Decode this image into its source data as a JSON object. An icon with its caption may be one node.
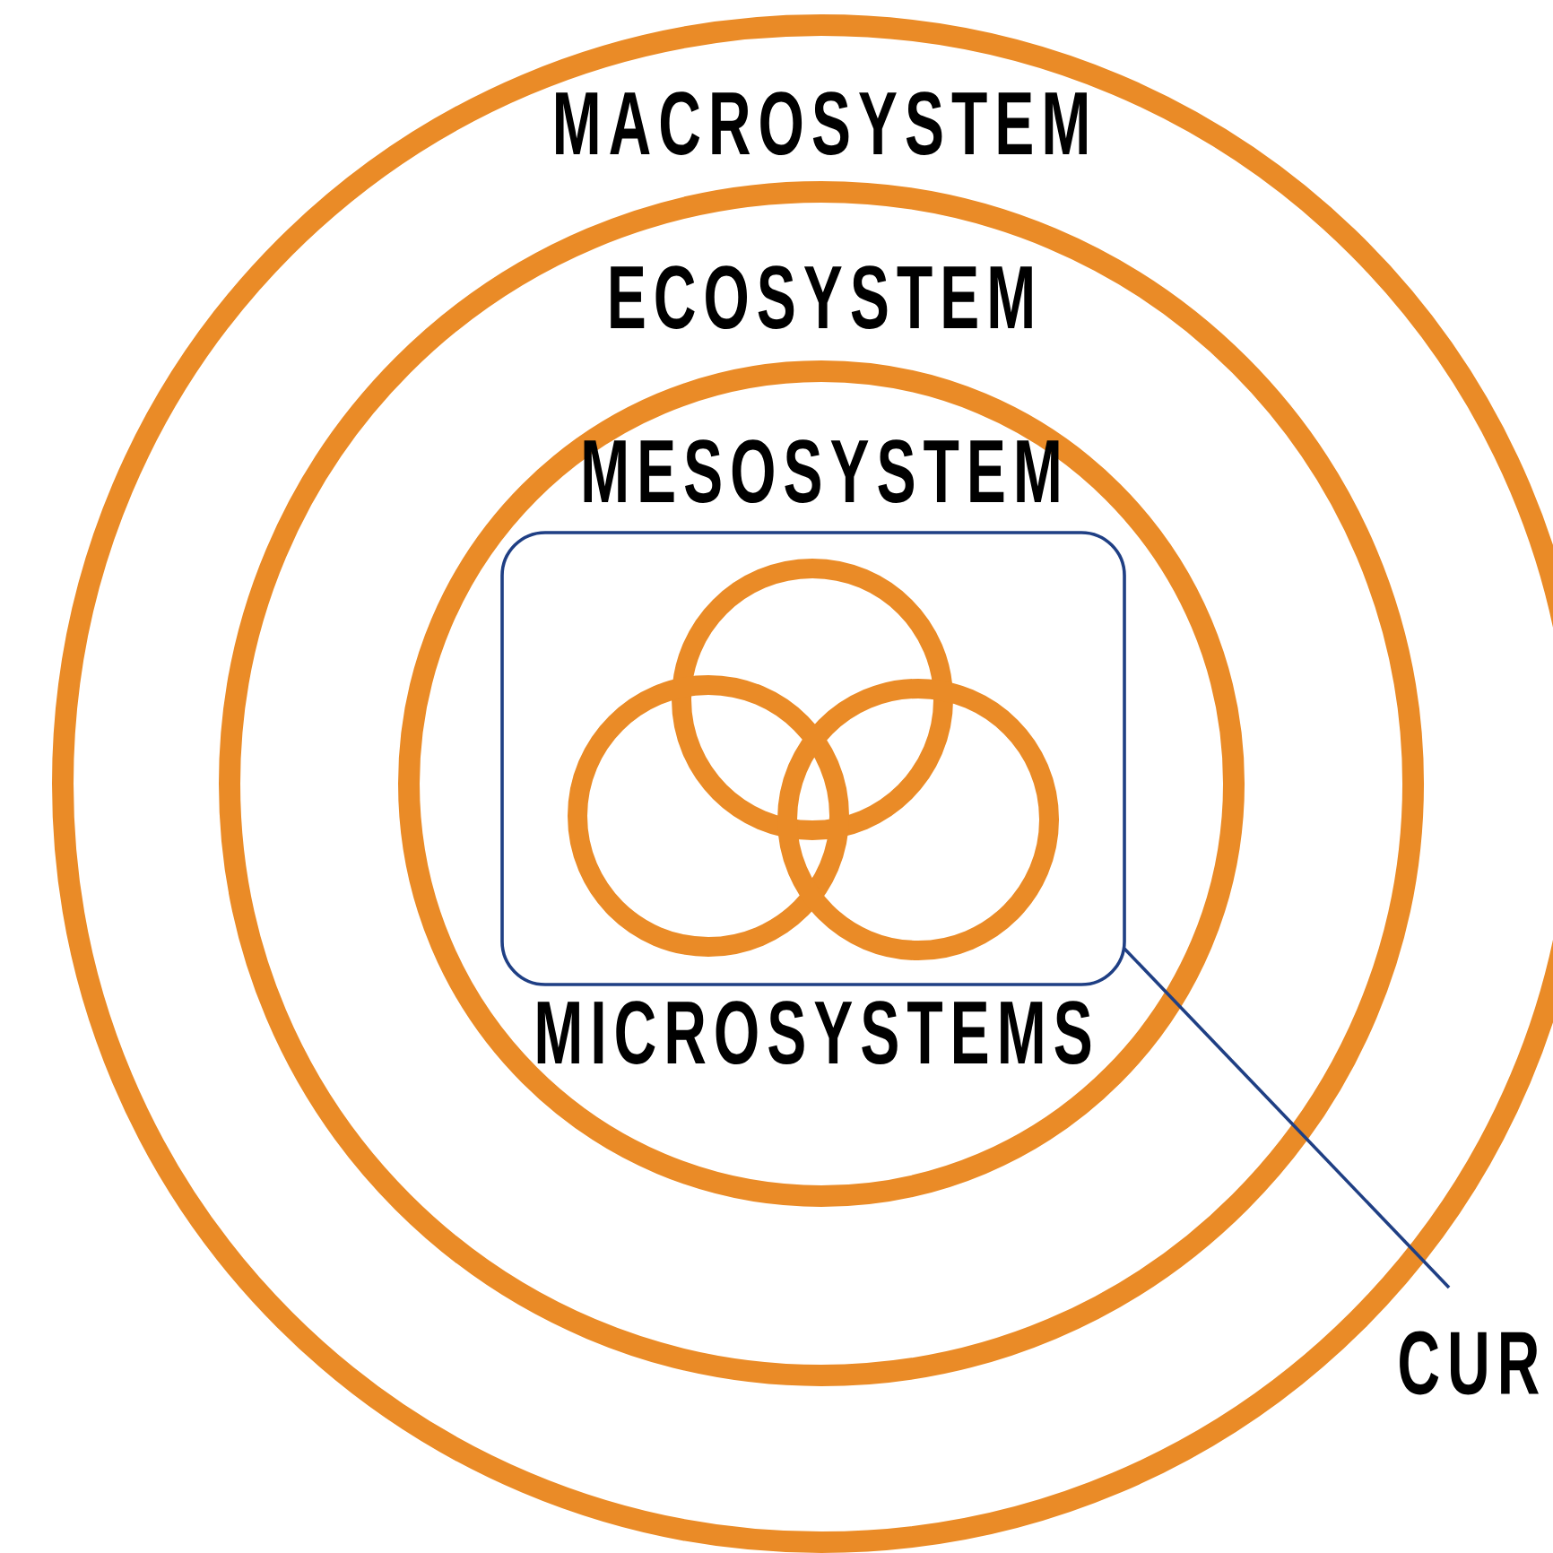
{
  "diagram": {
    "nodes": [
      {
        "text": [
          "MACROSYSTEM"
        ]
      },
      {
        "text": [
          "ECOSYSTEM"
        ],
        "in": 0
      },
      {
        "text": [
          "MESOSYSTEM"
        ],
        "in": 1
      },
      {
        "text": [
          "MICROSYSTEMS"
        ],
        "in": 2
      },
      {
        "text": [],
        "shape": "circle",
        "in": 3
      },
      {
        "text": [],
        "shape": "circle",
        "in": 3
      },
      {
        "text": [],
        "shape": "circle",
        "in": 3
      },
      {
        "text": [
          "CUR"
        ]
      }
    ],
    "edges": [
      {
        "from": 7,
        "to": 3,
        "arrow": "none",
        "color": "#1f3f84"
      }
    ]
  }
}
